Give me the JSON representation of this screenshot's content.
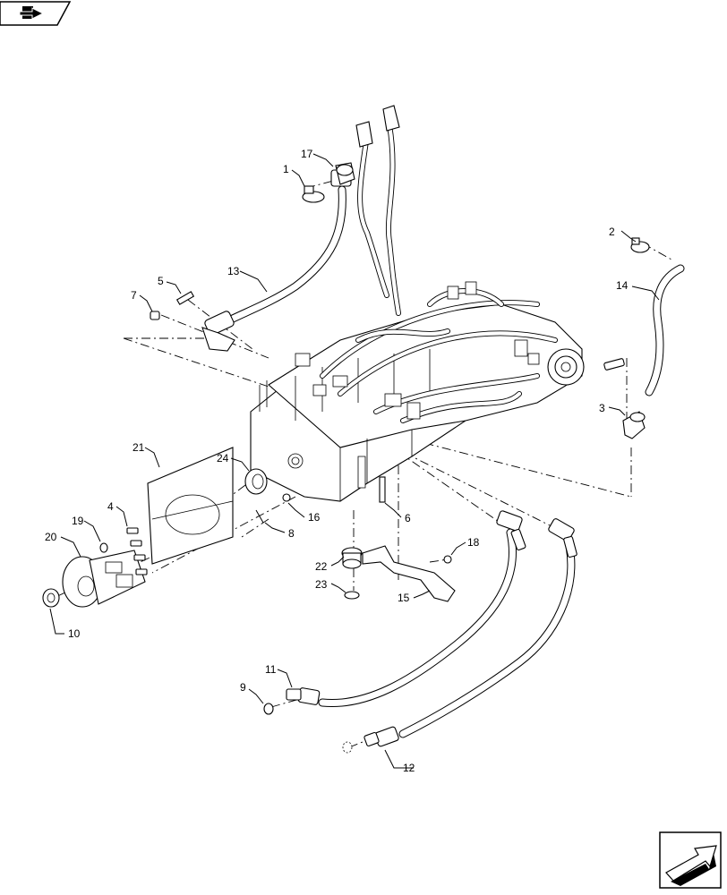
{
  "diagram": {
    "callouts": [
      {
        "label": "1"
      },
      {
        "label": "2"
      },
      {
        "label": "3"
      },
      {
        "label": "4"
      },
      {
        "label": "5"
      },
      {
        "label": "6"
      },
      {
        "label": "7"
      },
      {
        "label": "8"
      },
      {
        "label": "9"
      },
      {
        "label": "10"
      },
      {
        "label": "11"
      },
      {
        "label": "12"
      },
      {
        "label": "13"
      },
      {
        "label": "14"
      },
      {
        "label": "15"
      },
      {
        "label": "16"
      },
      {
        "label": "17"
      },
      {
        "label": "18"
      },
      {
        "label": "19"
      },
      {
        "label": "20"
      },
      {
        "label": "21"
      },
      {
        "label": "22"
      },
      {
        "label": "23"
      },
      {
        "label": "24"
      }
    ]
  },
  "icons": {
    "top_left": "return-arrow-icon",
    "bottom_right": "next-page-arrow-icon"
  }
}
